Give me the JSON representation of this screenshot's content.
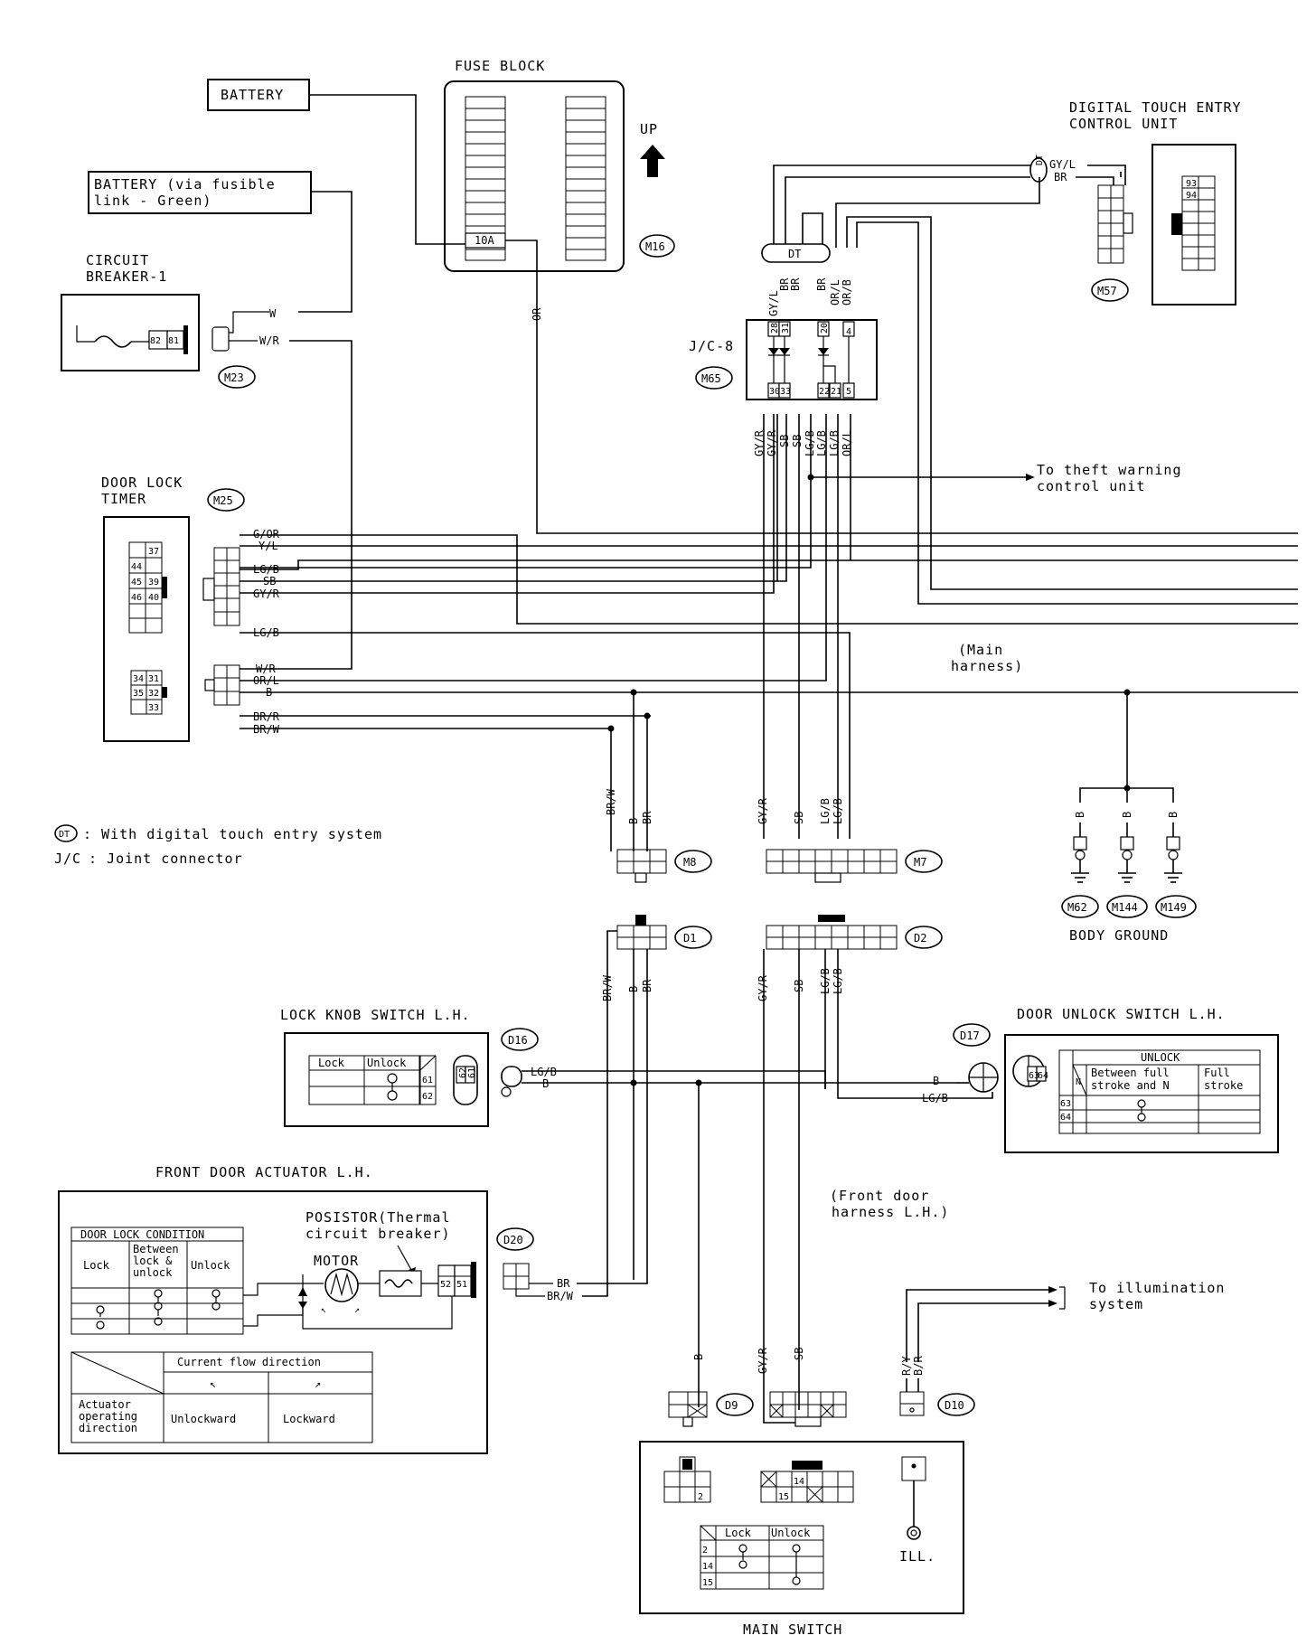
{
  "components": {
    "battery": "BATTERY",
    "battery_fusible": [
      "BATTERY (via fusible",
      "link - Green)"
    ],
    "fuse_block": "FUSE BLOCK",
    "fuse_rating": "10A",
    "up": "UP",
    "circuit_breaker": [
      "CIRCUIT",
      "BREAKER-1"
    ],
    "digital_touch": [
      "DIGITAL TOUCH ENTRY",
      "CONTROL UNIT"
    ],
    "jc8": "J/C-8",
    "door_lock_timer": [
      "DOOR LOCK",
      "TIMER"
    ],
    "to_theft": [
      "To theft warning",
      "control unit"
    ],
    "main_harness": [
      "(Main",
      "harness)"
    ],
    "body_ground": "BODY GROUND",
    "lock_knob": "LOCK KNOB SWITCH L.H.",
    "door_unlock": "DOOR UNLOCK SWITCH L.H.",
    "front_actuator": "FRONT DOOR ACTUATOR L.H.",
    "front_door_harness": [
      "(Front door",
      "harness L.H.)"
    ],
    "to_illum": [
      "To illumination",
      "system"
    ],
    "main_switch": "MAIN SWITCH",
    "posistor": [
      "POSISTOR(Thermal",
      "circuit breaker)"
    ],
    "motor": "MOTOR",
    "ill": "ILL."
  },
  "legend": {
    "dt_symbol": "DT",
    "dt_text": ": With digital touch entry system",
    "jc_symbol": "J/C",
    "jc_text": ": Joint connector"
  },
  "connectors": {
    "m16": "M16",
    "m57": "M57",
    "m23": "M23",
    "m65": "M65",
    "m25": "M25",
    "m8": "M8",
    "m7": "M7",
    "d1": "D1",
    "d2": "D2",
    "m62": "M62",
    "m144": "M144",
    "m149": "M149",
    "d16": "D16",
    "d17": "D17",
    "d20": "D20",
    "d9": "D9",
    "d10": "D10",
    "dt_pill": "DT"
  },
  "wires": {
    "w": "W",
    "wr": "W/R",
    "or": "OR",
    "gyl": "GY/L",
    "br": "BR",
    "orl": "OR/L",
    "orb": "OR/B",
    "gyr": "GY/R",
    "sb": "SB",
    "lgb": "LG/B",
    "gor": "G/OR",
    "yl": "Y/L",
    "b": "B",
    "brr": "BR/R",
    "brw": "BR/W",
    "ry": "R/Y",
    "br2": "B/R"
  },
  "pins": {
    "jc_top": [
      "28",
      "31",
      "20",
      "4"
    ],
    "jc_bottom": [
      "30",
      "33",
      "22",
      "21",
      "5"
    ],
    "m25_upper": [
      "37",
      "44",
      "45",
      "39",
      "46",
      "40"
    ],
    "m25_lower": [
      "34",
      "31",
      "35",
      "32",
      "33"
    ],
    "cb": [
      "82",
      "81"
    ],
    "m57": [
      "93",
      "94"
    ],
    "d16": [
      "62",
      "61"
    ],
    "d17": [
      "63",
      "64"
    ],
    "d20": [
      "52",
      "51"
    ],
    "ms": [
      "2",
      "14",
      "15"
    ]
  },
  "tables": {
    "lock_knob": {
      "headers": [
        "Lock",
        "Unlock"
      ],
      "rows": [
        "61",
        "62"
      ]
    },
    "door_unlock": {
      "title": "UNLOCK",
      "n": "N",
      "h1": "Between full",
      "h1b": "stroke and N",
      "h2": "Full",
      "h2b": "stroke",
      "rows": [
        "63",
        "64"
      ]
    },
    "door_lock_condition": {
      "title": "DOOR LOCK CONDITION",
      "lock": "Lock",
      "between": [
        "Between",
        "lock &",
        "unlock"
      ],
      "unlock": "Unlock"
    },
    "current_flow": {
      "title": "Current flow direction",
      "actuator": [
        "Actuator",
        "operating",
        "direction"
      ],
      "unlockward": "Unlockward",
      "lockward": "Lockward"
    },
    "main_switch": {
      "headers": [
        "Lock",
        "Unlock"
      ],
      "rows": [
        "2",
        "14",
        "15"
      ]
    }
  }
}
